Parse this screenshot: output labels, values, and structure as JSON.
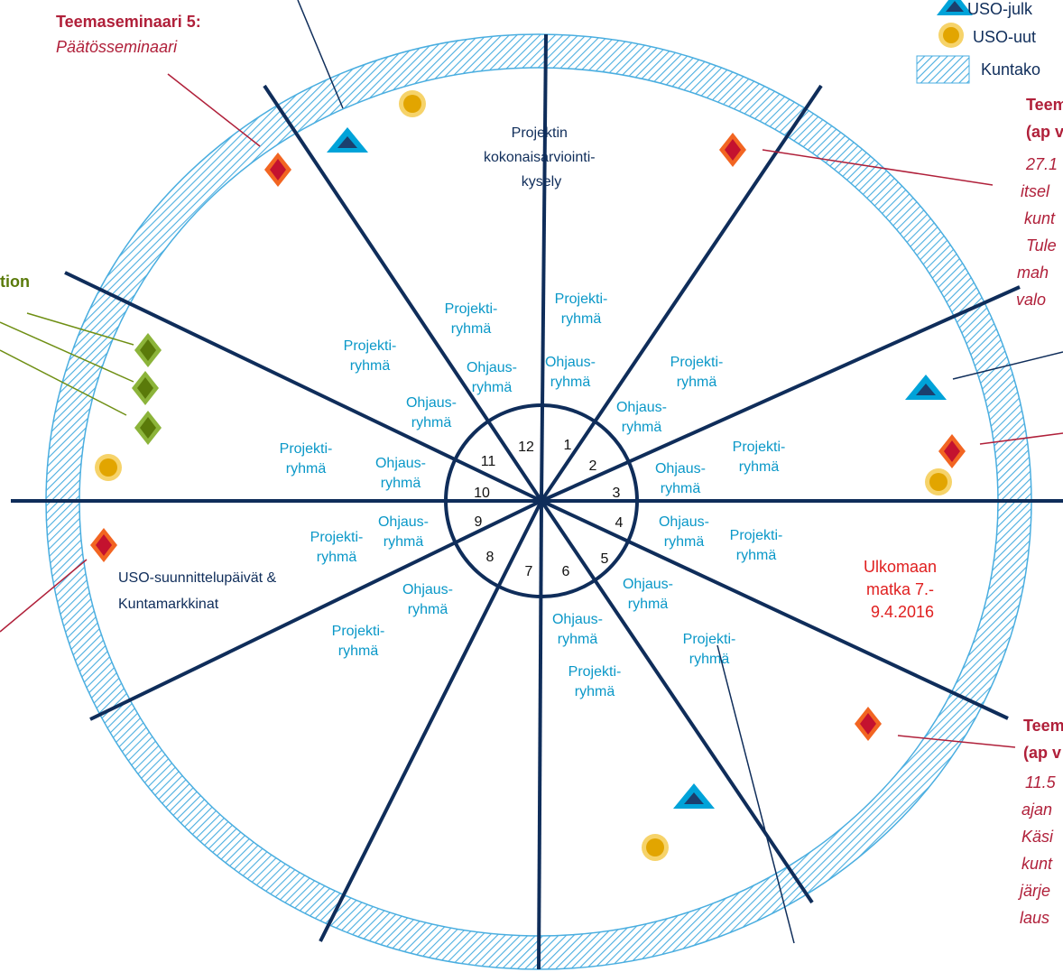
{
  "wheel": {
    "months": [
      "12",
      "1",
      "2",
      "3",
      "4",
      "5",
      "6",
      "7",
      "8",
      "9",
      "10",
      "11"
    ],
    "cell_labels": {
      "projekti": [
        "Projekti-",
        "ryhmä"
      ],
      "ohjaus": [
        "Ohjaus-",
        "ryhmä"
      ]
    }
  },
  "legend": {
    "items": [
      {
        "icon": "triangle-icon",
        "label": "USO-julk"
      },
      {
        "icon": "circle-icon",
        "label": "USO-uut"
      },
      {
        "icon": "hatch-swatch-icon",
        "label": "Kuntako"
      }
    ]
  },
  "annotations": {
    "teemaseminaari5_title": "Teemaseminaari 5:",
    "teemaseminaari5_subtitle": "Päätösseminaari",
    "kokonaisarviointi": [
      "Projektin",
      "kokonaisarviointi-",
      "kysely"
    ],
    "green_label": "tion",
    "uso_suunnittelu": [
      "USO-suunnittelupäivät &",
      "Kuntamarkkinat"
    ],
    "ulkomaan": [
      "Ulkomaan",
      "matka 7.-",
      "9.4.2016"
    ],
    "right_top": {
      "bold": [
        "Teem",
        "(ap v"
      ],
      "italic": [
        "27.1",
        "itsel",
        "kunt",
        "Tule",
        "mah",
        "valo"
      ]
    },
    "right_bottom": {
      "bold": [
        "Teem",
        "(ap v"
      ],
      "italic": [
        "11.5",
        "ajan",
        "Käsi",
        "kunt",
        "järje",
        "laus"
      ]
    }
  },
  "colors": {
    "navy": "#0f2d5a",
    "cyan": "#0a98c8",
    "hatch": "#4aaee0",
    "diamond_red_outer": "#f26522",
    "diamond_red_inner": "#c4122f",
    "diamond_green_outer": "#8cb43a",
    "diamond_green_inner": "#5a7a0a",
    "triangle_outer": "#00a3d9",
    "triangle_inner": "#1b3f6e",
    "circle_outer": "#f6d36a",
    "circle_inner": "#e2a500",
    "ulkomaan_text": "#e02020",
    "annotation_crimson": "#b0203a"
  }
}
